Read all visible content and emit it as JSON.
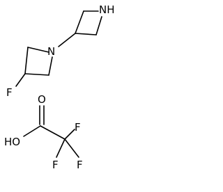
{
  "molecule_1": {
    "atoms": {
      "nh": "NH",
      "n": "N",
      "f": "F"
    }
  },
  "molecule_2": {
    "atoms": {
      "o": "O",
      "ho": "HO",
      "f_top": "F",
      "f_left": "F",
      "f_right": "F"
    }
  }
}
